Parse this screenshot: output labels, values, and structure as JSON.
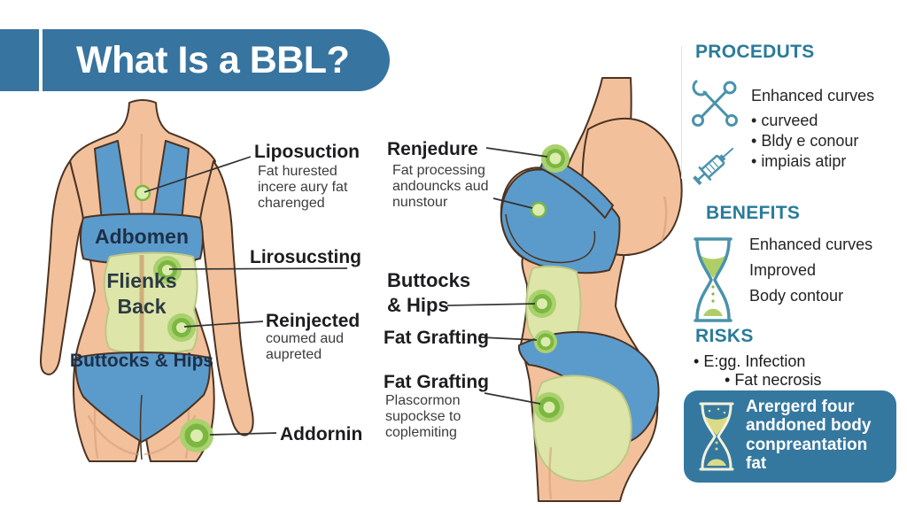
{
  "title": "What Is a BBL?",
  "colors": {
    "banner": "#37749f",
    "heading_teal": "#2a7b99",
    "icon_teal": "#4a92ac",
    "box_teal": "#35789f",
    "marker_green": "#7cb742",
    "patch_green": "#dde5a8",
    "bra_blue": "#5b9bcb",
    "skin": "#f2c19c"
  },
  "left_labels": {
    "liposuction_heading": "Liposuction",
    "liposuction_body": "Fat hurested\nincere aury fat\ncharenged",
    "lirosucsting_heading": "Lirosucsting",
    "reinjected_heading": "Reinjected",
    "reinjected_body": "coumed aud\naupreted",
    "addornin_heading": "Addornin",
    "abdomen": "Adbomen",
    "flanks": "Flienks\nBack",
    "buttocks": "Buttocks & Hips"
  },
  "mid_labels": {
    "renjedure_heading": "Renjedure",
    "renjedure_body": "Fat processing\nandouncks aud\nnunstour",
    "buttocks_heading": "Buttocks\n& Hips",
    "fat_grafting1_heading": "Fat Grafting",
    "fat_grafting2_heading": "Fat Grafting",
    "fat_grafting2_body": "Plascormon\nsupockse to\ncoplemiting"
  },
  "sidebar": {
    "procedures": {
      "heading": "PROCEDUTS",
      "intro": "Enhanced curves",
      "bullets": [
        "curveed",
        "Bldy e conour",
        "impiais atipr"
      ]
    },
    "benefits": {
      "heading": "BENEFITS",
      "lines": [
        "Enhanced curves",
        "Improved",
        "Body contour"
      ]
    },
    "risks": {
      "heading": "RISKS",
      "bullets": [
        "E:gg. Infection",
        "Fat necrosis"
      ]
    },
    "callout": "Arergerd four\nanddoned body\nconpreantation\nfat"
  }
}
